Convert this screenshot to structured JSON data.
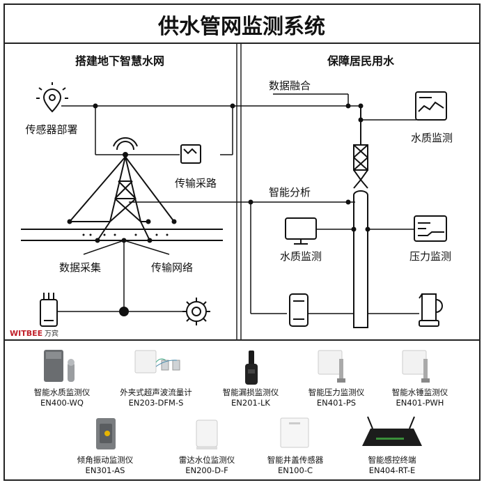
{
  "title": "供水管网监测系统",
  "left_section": {
    "heading": "搭建地下智慧水网",
    "labels": {
      "sensor": "传感器部署",
      "transmit_route": "传输采路",
      "data_collect": "数据采集",
      "transmit_net": "传输网络"
    }
  },
  "right_section": {
    "heading": "保障居民用水",
    "labels": {
      "data_fusion": "数据融合",
      "water_quality_top": "水质监测",
      "smart_analysis": "智能分析",
      "water_quality": "水质监测",
      "pressure": "压力监测"
    }
  },
  "brand": {
    "name": "WITBEE",
    "cn": "万宾"
  },
  "products": [
    {
      "name": "智能水质监测仪",
      "model": "EN400-WQ"
    },
    {
      "name": "外夹式超声波流量计",
      "model": "EN203-DFM-S"
    },
    {
      "name": "智能漏损监测仪",
      "model": "EN201-LK"
    },
    {
      "name": "智能压力监测仪",
      "model": "EN401-PS"
    },
    {
      "name": "智能水锤监测仪",
      "model": "EN401-PWH"
    },
    {
      "name": "倾角振动监测仪",
      "model": "EN301-AS"
    },
    {
      "name": "雷达水位监测仪",
      "model": "EN200-D-F"
    },
    {
      "name": "智能井盖传感器",
      "model": "EN100-C"
    },
    {
      "name": "智能感控终端",
      "model": "EN404-RT-E"
    }
  ],
  "colors": {
    "line": "#111111",
    "border": "#222222",
    "brand": "#c0202a"
  }
}
